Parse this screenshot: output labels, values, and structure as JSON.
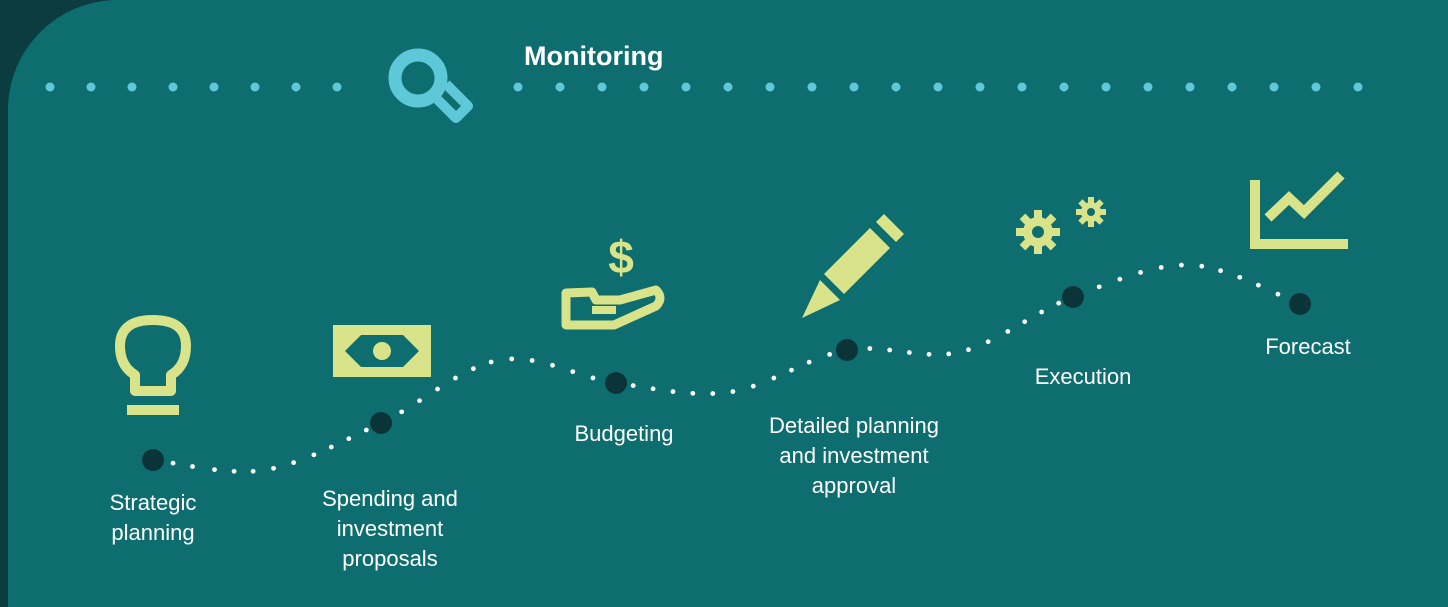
{
  "colors": {
    "background_outer": "#0b3d40",
    "panel": "#0e6e6f",
    "icon_green": "#d9e48a",
    "monitor_blue": "#5ec8d8",
    "node": "#0b3438",
    "dots": "#ffffff"
  },
  "monitoring": {
    "label": "Monitoring",
    "icon": "magnifying-glass-icon"
  },
  "steps": [
    {
      "id": "strategic-planning",
      "label": "Strategic\nplanning",
      "icon": "lightbulb-icon"
    },
    {
      "id": "spending-proposals",
      "label": "Spending and\ninvestment\nproposals",
      "icon": "banknote-icon"
    },
    {
      "id": "budgeting",
      "label": "Budgeting",
      "icon": "dollar-hand-icon"
    },
    {
      "id": "detailed-planning",
      "label": "Detailed planning\nand investment\napproval",
      "icon": "pencil-icon"
    },
    {
      "id": "execution",
      "label": "Execution",
      "icon": "gears-icon"
    },
    {
      "id": "forecast",
      "label": "Forecast",
      "icon": "line-chart-icon"
    }
  ]
}
